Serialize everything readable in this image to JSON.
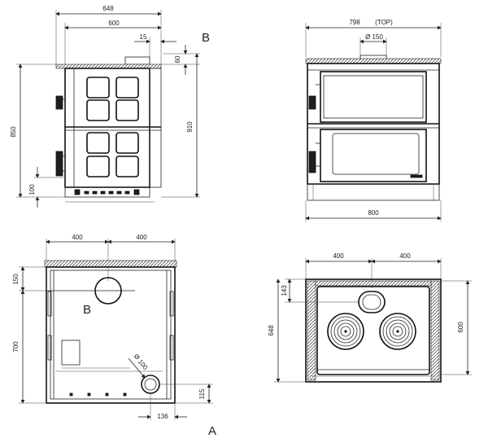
{
  "labels": {
    "view_b_front": "B",
    "view_b_rear": "B",
    "view_a": "A"
  },
  "dimensions": {
    "side_overall_width": "648",
    "side_body_width": "600",
    "side_offset": "15",
    "side_top_height": "60",
    "side_total_height": "850",
    "side_height_right": "910",
    "side_base_height": "100",
    "front_top_width": "798",
    "front_top_suffix": "(TOP)",
    "front_flue_diameter": "Ø 150",
    "front_bottom_width": "800",
    "rear_left_half": "400",
    "rear_right_half": "400",
    "rear_top_offset": "150",
    "rear_height": "700",
    "rear_duct_diameter": "Ø 100",
    "rear_bottom_height": "115",
    "rear_bottom_offset": "136",
    "top_left_half": "400",
    "top_right_half": "400",
    "top_flue_offset": "143",
    "top_depth_left": "648",
    "top_depth_right": "600"
  }
}
